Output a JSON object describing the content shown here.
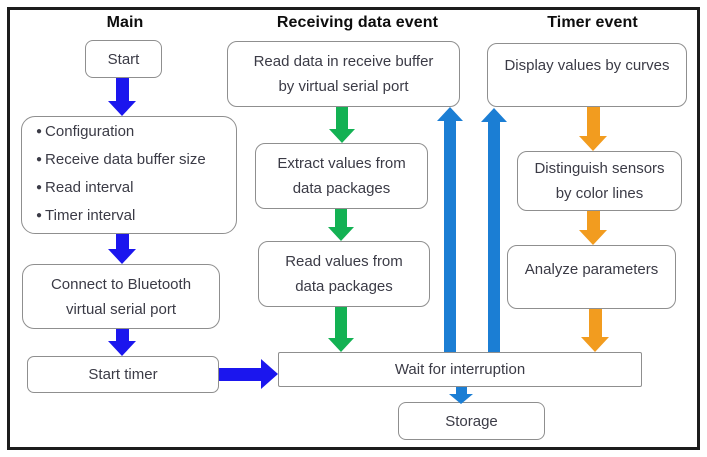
{
  "headers": [
    "Main",
    "Receiving data event",
    "Timer event"
  ],
  "nodes": {
    "start": {
      "label": "Start"
    },
    "config": {
      "items": [
        "Configuration",
        "Receive data buffer size",
        "Read interval",
        "Timer interval"
      ]
    },
    "connect": {
      "lines": [
        "Connect to Bluetooth",
        "virtual serial port"
      ]
    },
    "start_timer": {
      "label": "Start timer"
    },
    "read_data": {
      "lines": [
        "Read data in receive buffer",
        "by virtual serial port"
      ]
    },
    "extract": {
      "lines": [
        "Extract values from",
        "data packages"
      ]
    },
    "read_values": {
      "lines": [
        "Read values from",
        "data packages"
      ]
    },
    "display": {
      "label": "Display values by curves"
    },
    "distinguish": {
      "lines": [
        "Distinguish sensors",
        "by color lines"
      ]
    },
    "analyze": {
      "label": "Analyze parameters"
    },
    "wait": {
      "label": "Wait for interruption"
    },
    "storage": {
      "label": "Storage"
    }
  },
  "colors": {
    "main_arrow": "#1b16ee",
    "receive_arrow": "#13b153",
    "timer_arrow": "#f29c1f",
    "interrupt_arrow": "#1b7ed4",
    "box_border": "#8f8f8f",
    "text": "#3b3b46",
    "frame": "#1c1c1c"
  }
}
